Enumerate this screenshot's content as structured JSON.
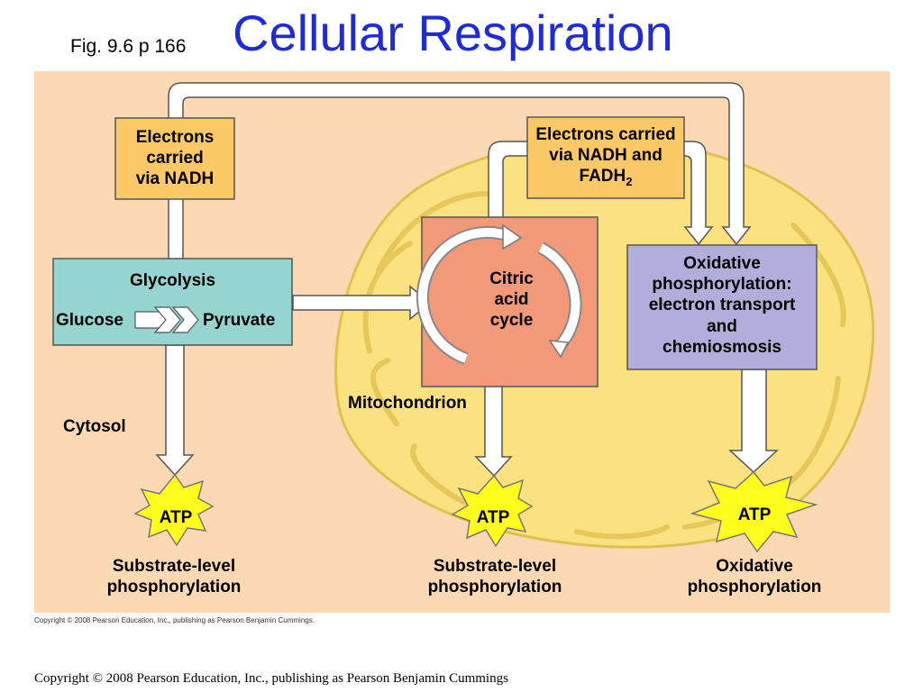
{
  "title": "Cellular Respiration",
  "fig_ref": "Fig. 9.6 p 166",
  "boxes": {
    "nadh": [
      "Electrons",
      "carried",
      "via NADH"
    ],
    "nadh_fadh2": [
      "Electrons carried",
      "via NADH and",
      "FADH",
      "2"
    ],
    "glycolysis": "Glycolysis",
    "glucose": "Glucose",
    "pyruvate": "Pyruvate",
    "citric": [
      "Citric",
      "acid",
      "cycle"
    ],
    "oxphos": [
      "Oxidative",
      "phosphorylation:",
      "electron transport",
      "and",
      "chemiosmosis"
    ]
  },
  "regions": {
    "cytosol": "Cytosol",
    "mitochondrion": "Mitochondrion"
  },
  "atp": [
    "ATP",
    "ATP",
    "ATP"
  ],
  "outputs": {
    "left": [
      "Substrate-level",
      "phosphorylation"
    ],
    "middle": [
      "Substrate-level",
      "phosphorylation"
    ],
    "right": [
      "Oxidative",
      "phosphorylation"
    ]
  },
  "figure_copyright": "Copyright © 2008 Pearson Education, Inc., publishing as Pearson Benjamin Cummings.",
  "slide_copyright": "Copyright © 2008 Pearson Education, Inc., publishing as Pearson Benjamin Cummings",
  "colors": {
    "title": "#1f2bd6",
    "panel": "#fcd9b2",
    "mitochondrion": "#fbe17f",
    "glycolysis": "#96d4d0",
    "citric": "#f2997a",
    "oxphos": "#b3addb",
    "carrier_box": "#fcc966",
    "atp_burst": "#fffc1e"
  }
}
